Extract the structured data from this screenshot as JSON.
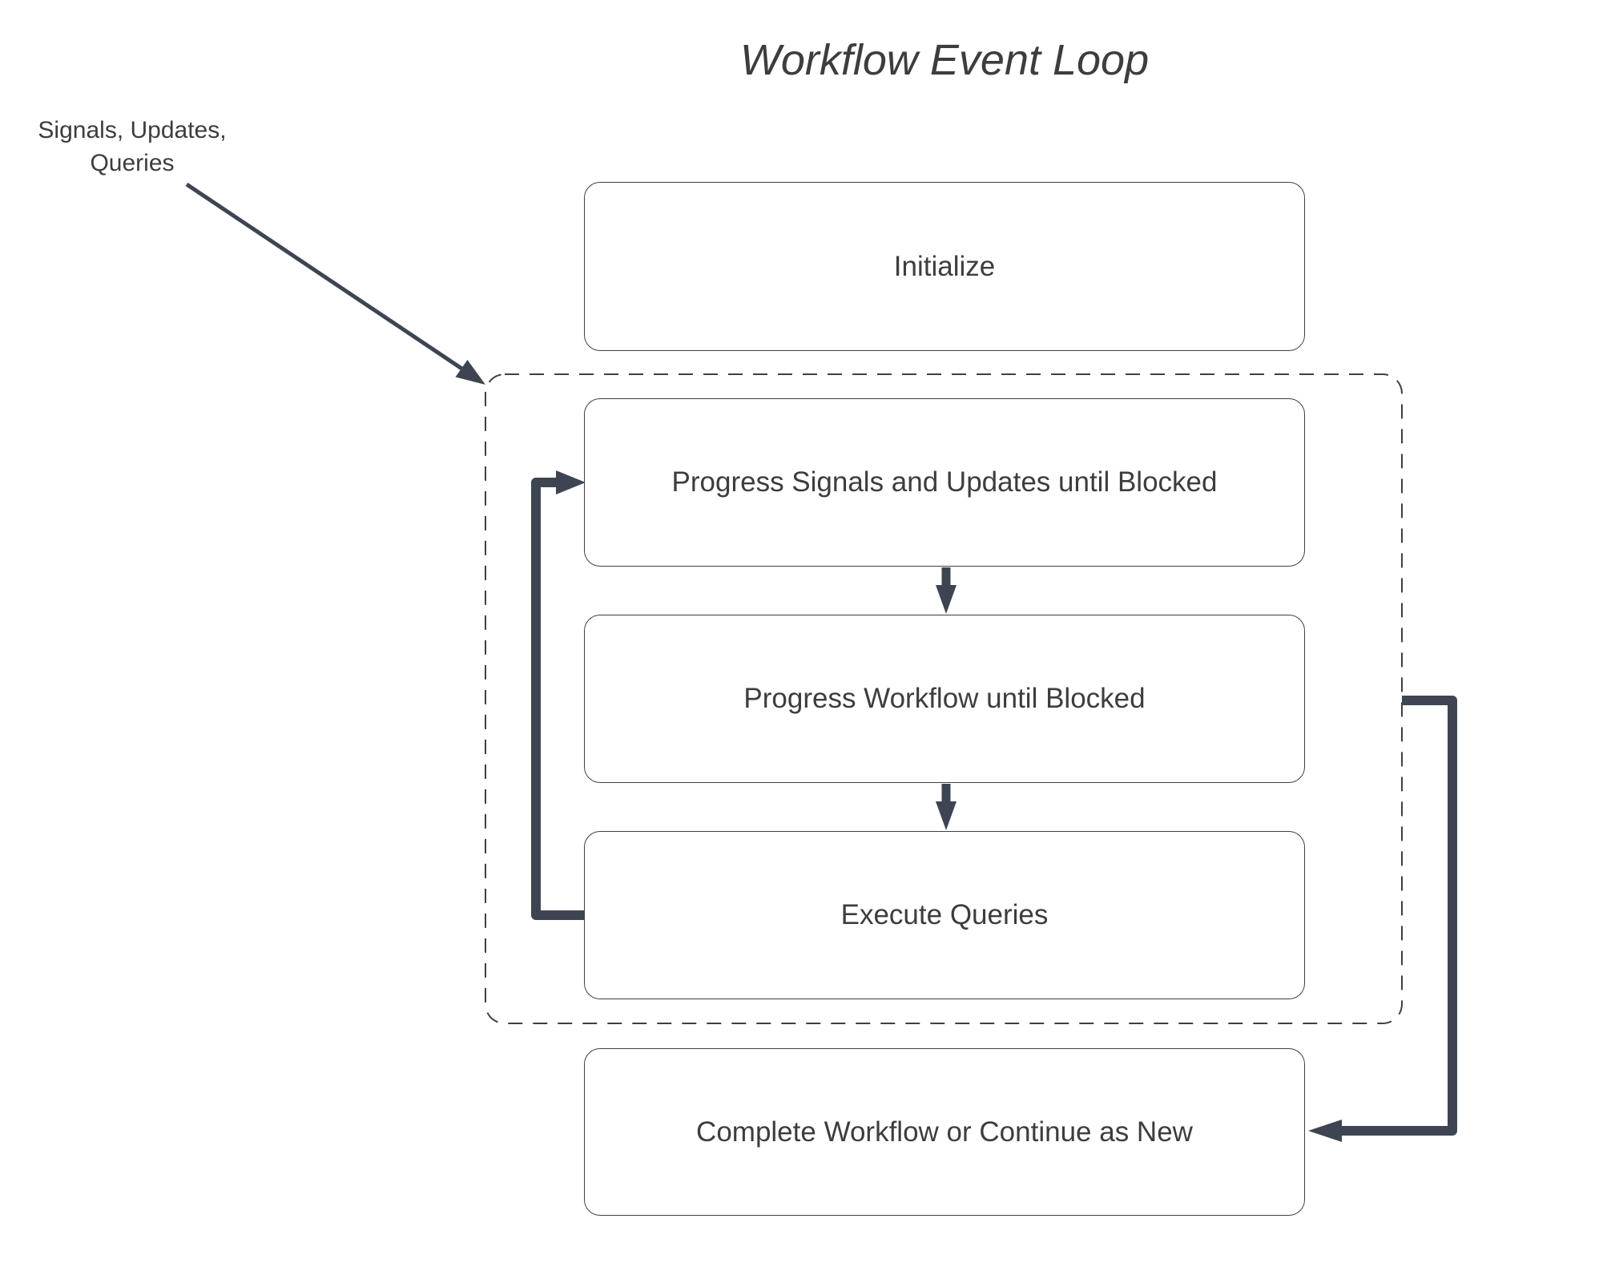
{
  "title": "Workflow Event Loop",
  "annotation": {
    "lines": [
      "Signals, Updates,",
      "Queries"
    ]
  },
  "nodes": {
    "initialize": {
      "label": "Initialize"
    },
    "progress_signals": {
      "label": "Progress Signals and Updates until Blocked"
    },
    "progress_workflow": {
      "label": "Progress Workflow until Blocked"
    },
    "execute_queries": {
      "label": "Execute Queries"
    },
    "complete_workflow": {
      "label": "Complete Workflow or Continue as New"
    }
  },
  "container": {
    "name": "workflow-event-loop",
    "contains": [
      "progress_signals",
      "progress_workflow",
      "execute_queries"
    ],
    "border_style": "dashed"
  },
  "edges": [
    {
      "from": "annotation_signals_updates_queries",
      "to": "workflow-event-loop",
      "style": "thin-diagonal-arrow"
    },
    {
      "from": "progress_signals",
      "to": "progress_workflow",
      "style": "down-arrow"
    },
    {
      "from": "progress_workflow",
      "to": "execute_queries",
      "style": "down-arrow"
    },
    {
      "from": "execute_queries",
      "to": "progress_signals",
      "style": "thick-loop-back-left"
    },
    {
      "from": "workflow-event-loop",
      "to": "complete_workflow",
      "style": "thick-exit-right"
    }
  ],
  "colors": {
    "arrow": "#3E4552",
    "border": "#404040",
    "text": "#3D3D3D",
    "background": "#FFFFFF"
  }
}
